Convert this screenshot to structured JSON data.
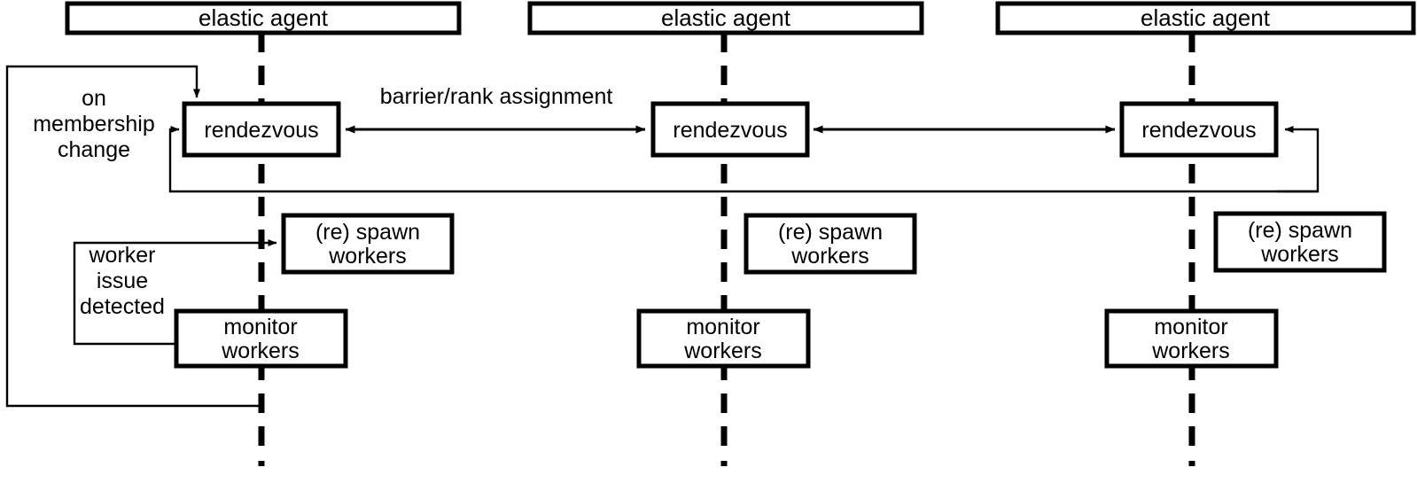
{
  "diagram": {
    "title": "elastic agent rendezvous sequence diagram",
    "colors": {
      "stroke": "#000000",
      "fill": "#ffffff",
      "background": "#ffffff"
    },
    "agents": [
      {
        "label": "elastic agent"
      },
      {
        "label": "elastic agent"
      },
      {
        "label": "elastic agent"
      }
    ],
    "columns": [
      {
        "rendezvous_label": "rendezvous",
        "spawn_label_line1": "(re) spawn",
        "spawn_label_line2": "workers",
        "monitor_label_line1": "monitor",
        "monitor_label_line2": "workers"
      },
      {
        "rendezvous_label": "rendezvous",
        "spawn_label_line1": "(re) spawn",
        "spawn_label_line2": "workers",
        "monitor_label_line1": "monitor",
        "monitor_label_line2": "workers"
      },
      {
        "rendezvous_label": "rendezvous",
        "spawn_label_line1": "(re) spawn",
        "spawn_label_line2": "workers",
        "monitor_label_line1": "monitor",
        "monitor_label_line2": "workers"
      }
    ],
    "annotations": {
      "barrier_label": "barrier/rank assignment",
      "membership_line1": "on",
      "membership_line2": "membership",
      "membership_line3": "change",
      "worker_issue_line1": "worker",
      "worker_issue_line2": "issue",
      "worker_issue_line3": "detected"
    }
  }
}
